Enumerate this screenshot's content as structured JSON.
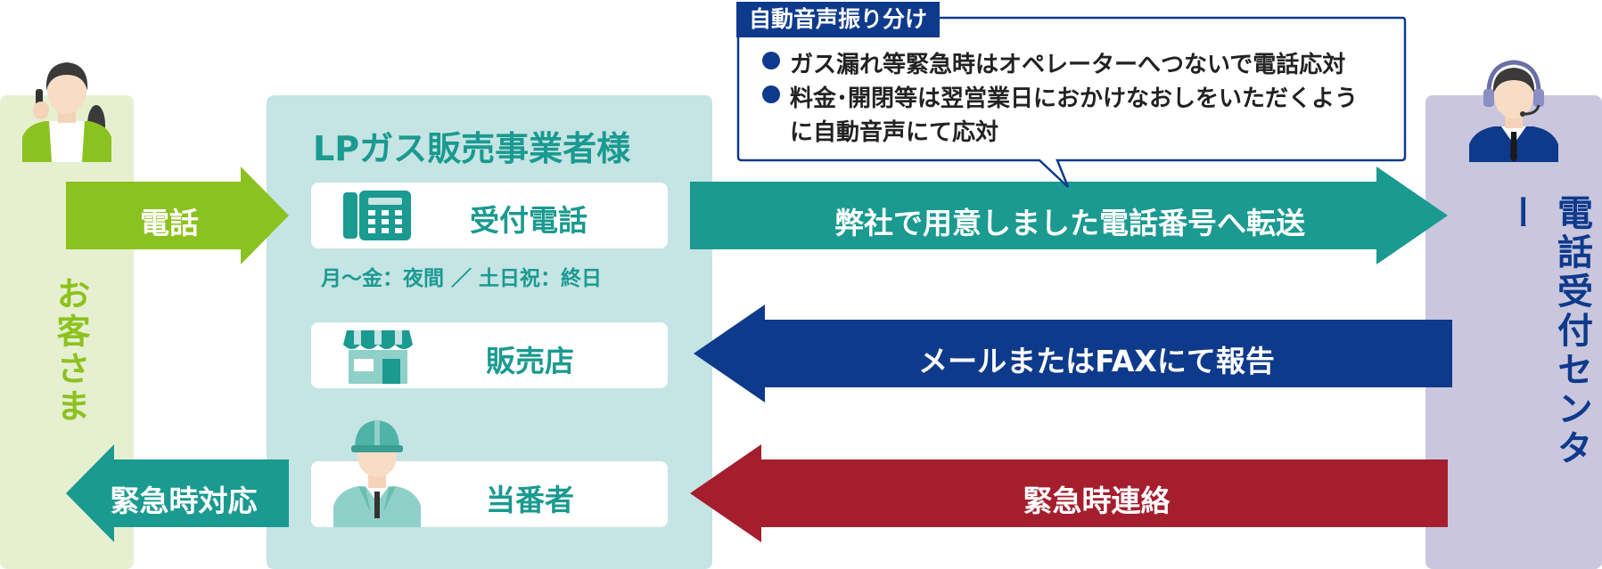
{
  "customer": {
    "label": "お客さま",
    "phone_arrow_label": "電話",
    "emergency_arrow_label": "緊急時対応"
  },
  "business": {
    "title": "LPガス販売事業者様",
    "reception_phone_label": "受付電話",
    "reception_hours": "月～金：夜間 ／ 土日祝：終日",
    "store_label": "販売店",
    "duty_label": "当番者"
  },
  "flows": {
    "transfer": "弊社で用意しました電話番号へ転送",
    "report": "メールまたはFAXにて報告",
    "emergency_contact": "緊急時連絡"
  },
  "callout": {
    "title": "自動音声振り分け",
    "item1": "ガス漏れ等緊急時はオペレーターへつないで電話応対",
    "item2_line1": "料金･開閉等は翌営業日におかけなおしをいただくよう",
    "item2_line2": "に自動音声にて応対"
  },
  "center": {
    "label": "電話受付センター"
  },
  "colors": {
    "customer_panel": "#e6f0d0",
    "customer_green": "#8cc21f",
    "business_panel": "#c5e4e4",
    "teal": "#1a9a90",
    "center_panel": "#c9c6de",
    "navy": "#0e3a8c",
    "red": "#a51e2d"
  }
}
